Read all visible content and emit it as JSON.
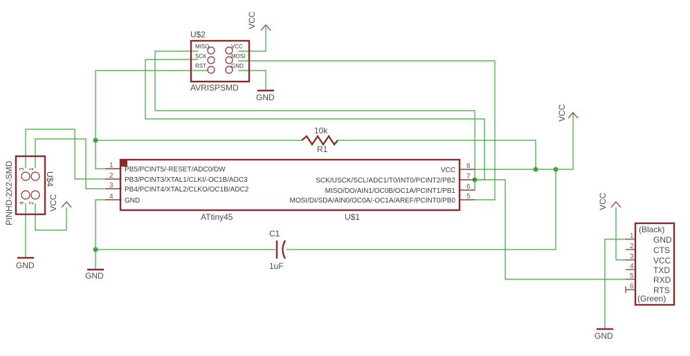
{
  "supplies": {
    "vcc": "VCC",
    "gnd": "GND"
  },
  "u2": {
    "ref": "U$2",
    "value": "AVRISPSMD",
    "pins": [
      "MISO",
      "SCK",
      "RST",
      "VCC",
      "MOSI",
      "GND"
    ]
  },
  "u4": {
    "ref": "U$4",
    "value": "PINHD-2X2-SMD",
    "pin_numbers": [
      "3",
      "1",
      "4",
      "2"
    ]
  },
  "u1": {
    "ref": "U$1",
    "value": "ATtiny45",
    "left_pins": [
      {
        "num": "1",
        "name": "PB5/PCINT5/-RESET/ADC0/DW"
      },
      {
        "num": "2",
        "name": "PB3/PCINT3/XTAL1/CLKI/-OC1B/ADC3"
      },
      {
        "num": "3",
        "name": "PB4/PCINT4/XTAL2/CLKO/OC1B/ADC2"
      },
      {
        "num": "4",
        "name": "GND"
      }
    ],
    "right_pins": [
      {
        "num": "8",
        "name": "VCC"
      },
      {
        "num": "7",
        "name": "SCK/USCK/SCL/ADC1/T0/INT0/PCINT2/PB2"
      },
      {
        "num": "6",
        "name": "MISO/DO/AIN1/OC0B/OC1A/PCINT1/PB1"
      },
      {
        "num": "5",
        "name": "MOSI/DI/SDA/AIN0/OC0A/-OC1A/AREF/PCINT0/PB0"
      }
    ]
  },
  "r1": {
    "ref": "R1",
    "value": "10k"
  },
  "c1": {
    "ref": "C1",
    "value": "1uF"
  },
  "ftdi": {
    "top_label": "(Black)",
    "bottom_label": "(Green)",
    "pins": [
      {
        "num": "1",
        "name": "GND"
      },
      {
        "num": "2",
        "name": "CTS"
      },
      {
        "num": "3",
        "name": "VCC"
      },
      {
        "num": "4",
        "name": "TXD"
      },
      {
        "num": "5",
        "name": "RXD"
      },
      {
        "num": "6",
        "name": "RTS"
      }
    ]
  }
}
